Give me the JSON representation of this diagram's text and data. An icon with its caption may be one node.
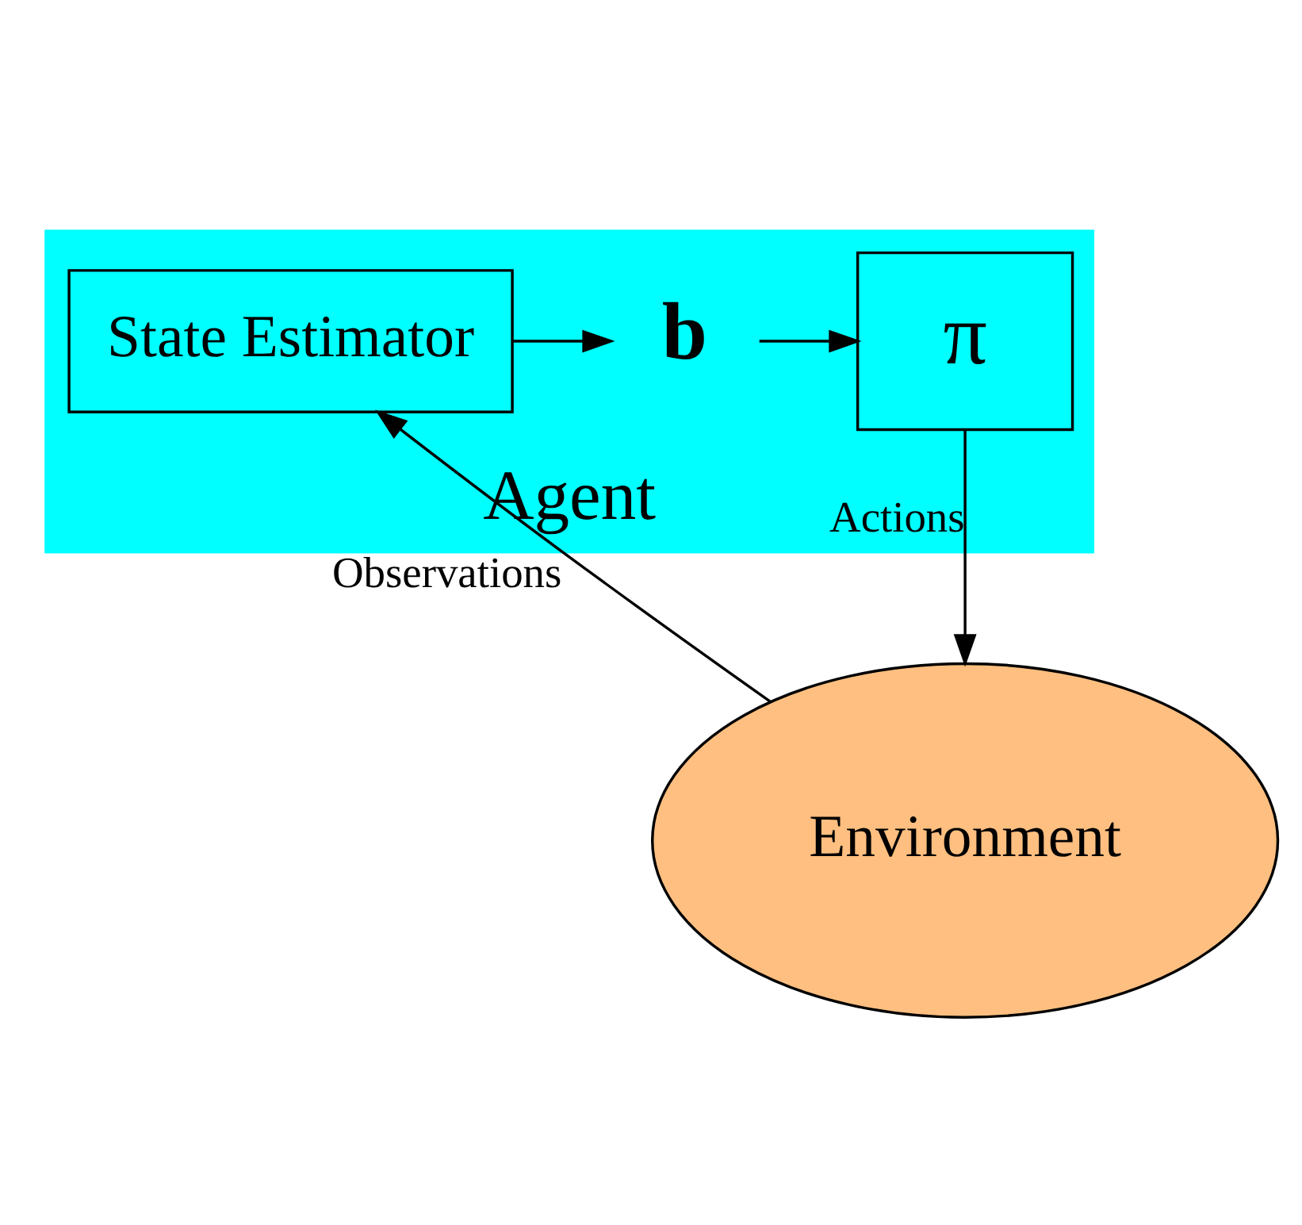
{
  "diagram": {
    "nodes": [
      {
        "text": [
          "Agent"
        ]
      },
      {
        "text": [
          "State Estimator"
        ],
        "in": 0
      },
      {
        "text": [
          "b"
        ],
        "in": 0
      },
      {
        "text": [
          "π"
        ],
        "in": 0
      },
      {
        "text": [
          "Environment"
        ]
      }
    ],
    "edges": [
      {
        "from": 4,
        "to": 1,
        "arrow": "to",
        "label": "Observations"
      },
      {
        "from": 1,
        "to": 2,
        "arrow": "to"
      },
      {
        "from": 2,
        "to": 3,
        "arrow": "to"
      },
      {
        "from": 3,
        "to": 4,
        "arrow": "to",
        "label": "Actions"
      }
    ]
  }
}
